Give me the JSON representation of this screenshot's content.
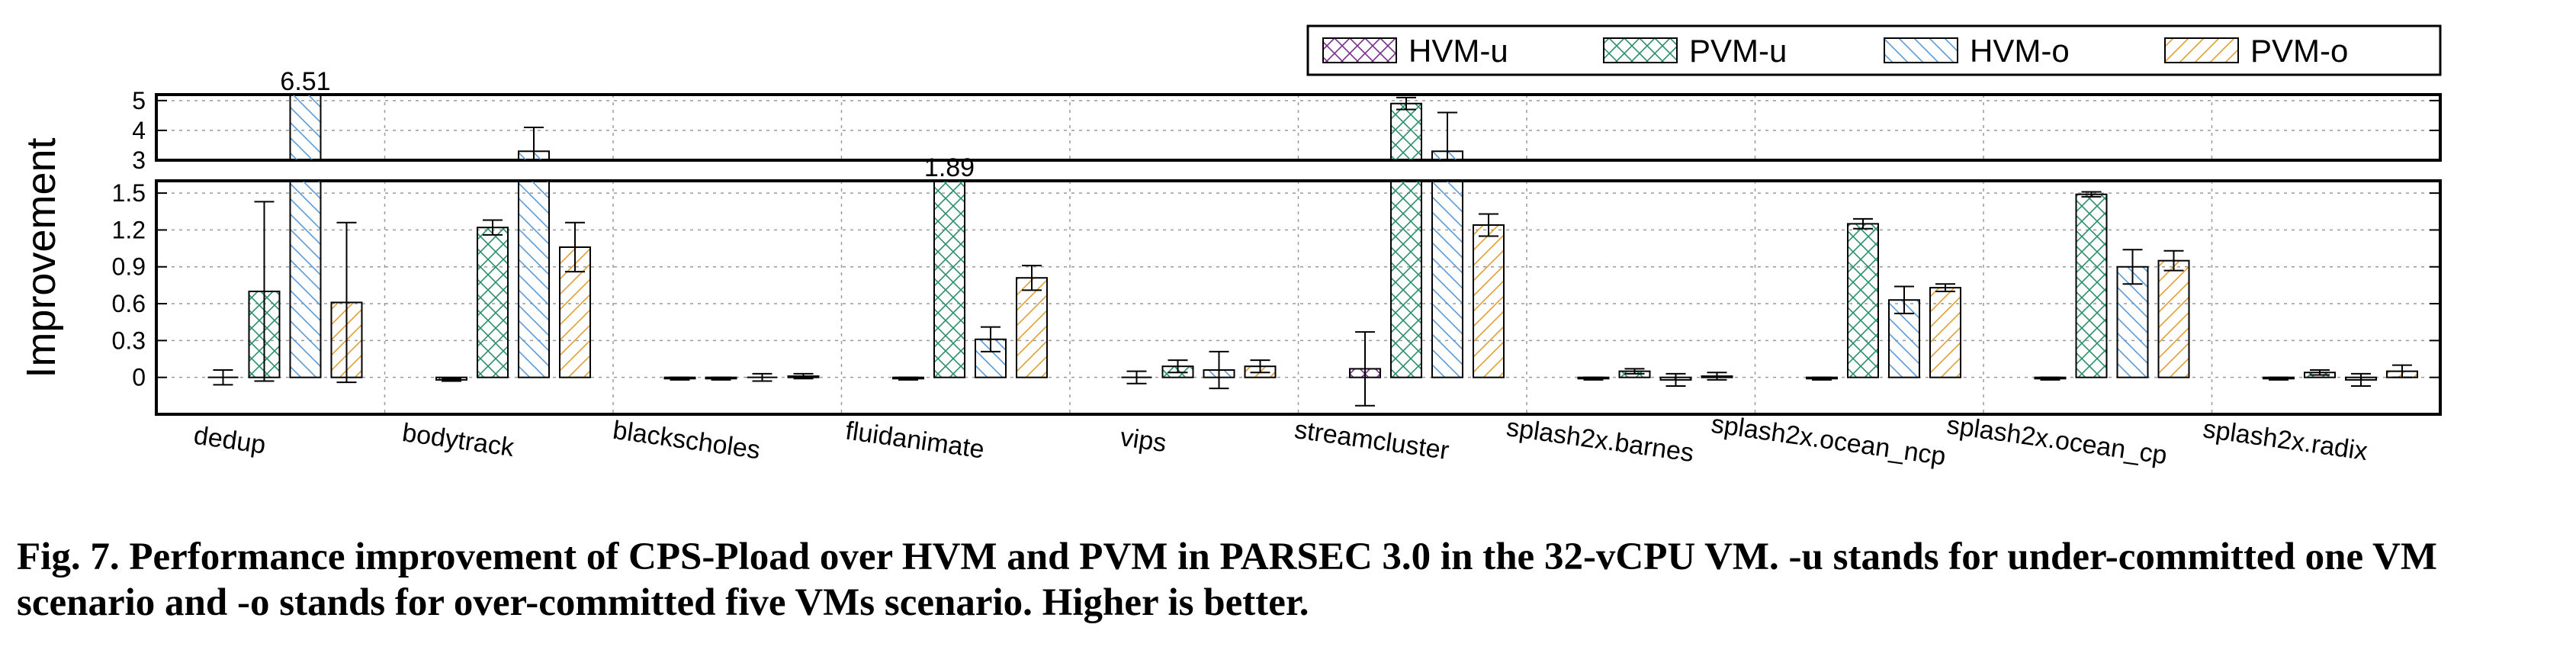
{
  "chart_data": {
    "type": "bar",
    "ylabel": "Improvement",
    "categories": [
      "dedup",
      "bodytrack",
      "blackscholes",
      "fluidanimate",
      "vips",
      "streamcluster",
      "splash2x.barnes",
      "splash2x.ocean_ncp",
      "splash2x.ocean_cp",
      "splash2x.radix"
    ],
    "series": [
      {
        "name": "HVM-u",
        "color": "#7b2d8b",
        "pattern": "crosshatch",
        "values": [
          0.0,
          -0.02,
          -0.01,
          -0.01,
          0.0,
          0.07,
          -0.01,
          -0.01,
          -0.01,
          -0.01
        ],
        "errors": [
          0.06,
          0.01,
          0.01,
          0.01,
          0.05,
          0.3,
          0.01,
          0.01,
          0.01,
          0.01
        ]
      },
      {
        "name": "PVM-u",
        "color": "#2a8f6a",
        "pattern": "crosshatch",
        "values": [
          0.7,
          1.22,
          -0.01,
          1.89,
          0.09,
          4.9,
          0.05,
          1.25,
          1.49,
          0.04
        ],
        "errors": [
          0.73,
          0.06,
          0.01,
          0.0,
          0.05,
          0.2,
          0.02,
          0.04,
          0.02,
          0.02
        ]
      },
      {
        "name": "HVM-o",
        "color": "#5b9bd5",
        "pattern": "diagonal-back",
        "values": [
          6.51,
          3.3,
          0.0,
          0.31,
          0.06,
          3.3,
          -0.02,
          0.63,
          0.9,
          -0.02
        ],
        "errors": [
          0.0,
          0.8,
          0.03,
          0.1,
          0.15,
          1.3,
          0.05,
          0.11,
          0.14,
          0.05
        ]
      },
      {
        "name": "PVM-o",
        "color": "#e0a030",
        "pattern": "diagonal",
        "values": [
          0.61,
          1.06,
          0.01,
          0.81,
          0.09,
          1.24,
          0.01,
          0.73,
          0.95,
          0.05
        ],
        "errors": [
          0.65,
          0.2,
          0.02,
          0.1,
          0.05,
          0.09,
          0.03,
          0.03,
          0.08,
          0.05
        ]
      }
    ],
    "lower_panel": {
      "ylim": [
        -0.3,
        1.6
      ],
      "yticks": [
        "0",
        "0.3",
        "0.6",
        "0.9",
        "1.2",
        "1.5"
      ],
      "grid": true
    },
    "upper_panel": {
      "ylim": [
        3,
        5.2
      ],
      "yticks": [
        "3",
        "4",
        "5"
      ],
      "grid": true
    },
    "annotations": [
      "6.51",
      "1.89"
    ],
    "legend_position": "top-right"
  },
  "caption": "Fig. 7. Performance improvement of CPS-Pload over HVM and PVM in PARSEC 3.0 in the 32-vCPU VM. -u stands for under-committed one VM scenario and -o stands for over-committed five VMs scenario. Higher is better."
}
